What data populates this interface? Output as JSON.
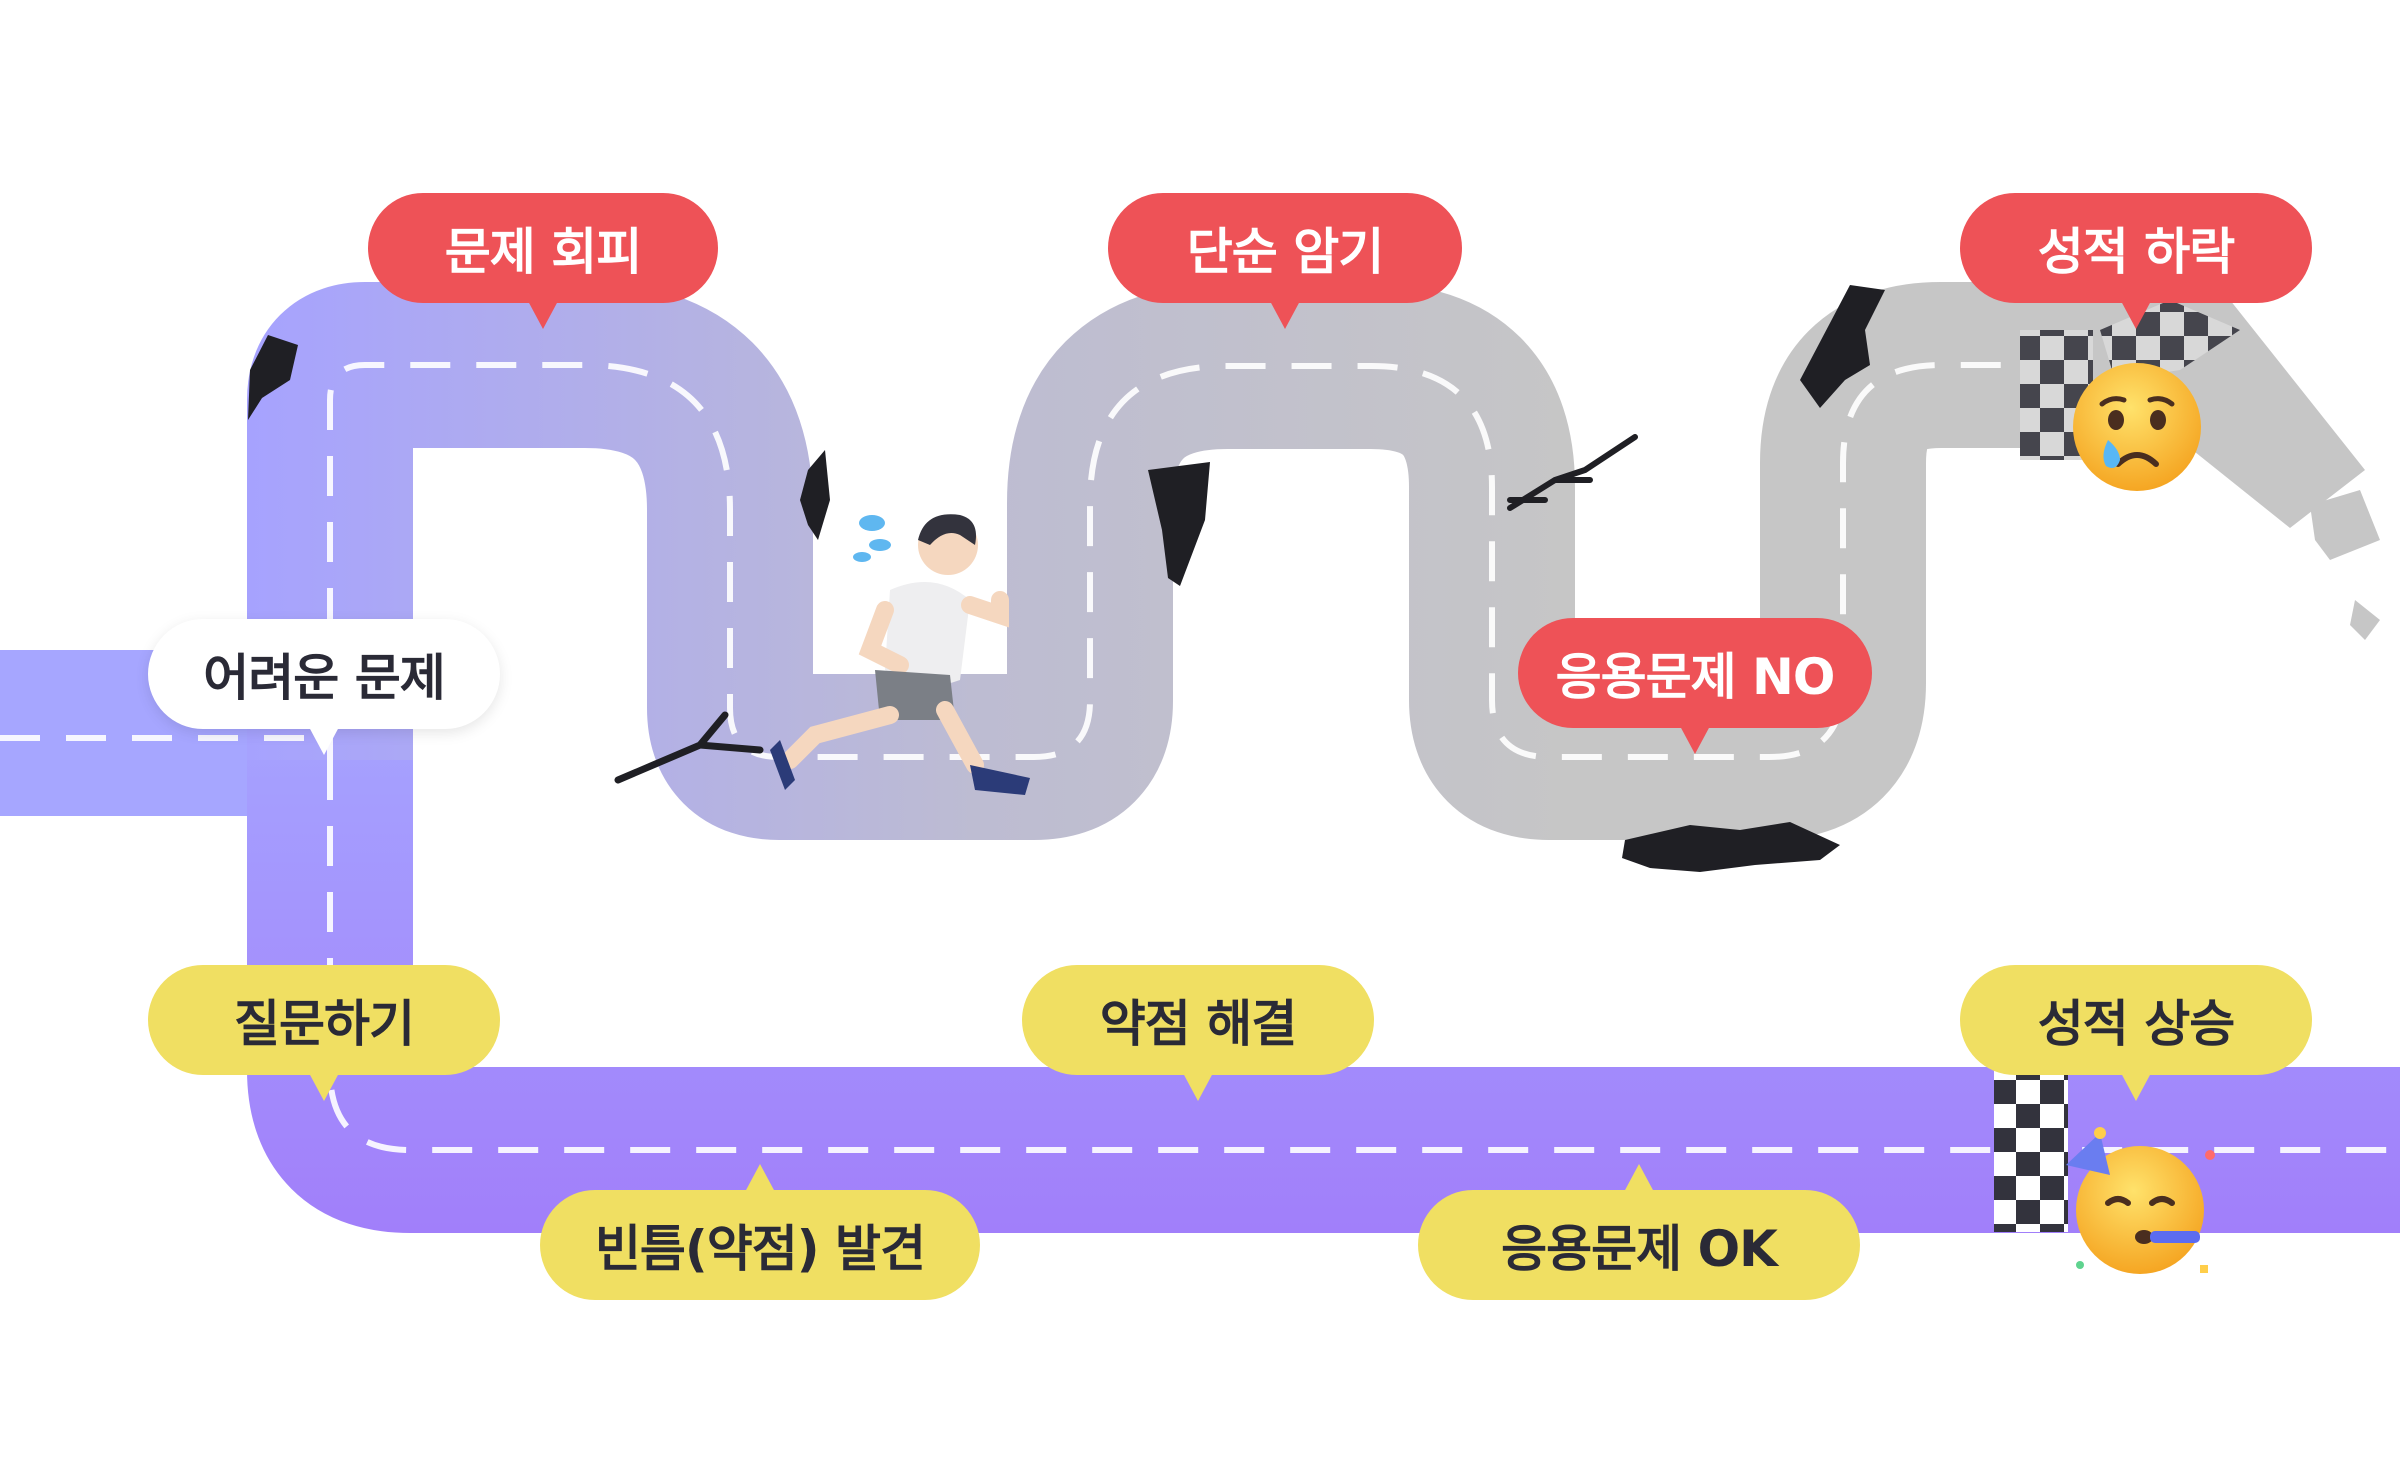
{
  "labels": {
    "hard_problem": "어려운 문제",
    "avoid_problem": "문제 회피",
    "rote_memorization": "단순 암기",
    "applied_no": "응용문제 NO",
    "grade_drop": "성적 하락",
    "ask_question": "질문하기",
    "find_gap": "빈틈(약점) 발견",
    "solve_weakness": "약점 해결",
    "applied_ok": "응용문제 OK",
    "grade_rise": "성적 상승"
  },
  "icons": {
    "runner": "runner-icon",
    "sad_face": "crying-face-icon",
    "party_face": "party-face-icon",
    "sweat": "sweat-drops-icon",
    "finish_flag": "checkered-flag-icon"
  },
  "colors": {
    "road_good": "#a18afa",
    "road_start": "#a6a6ff",
    "road_bad": "#c6c6c6",
    "bubble_red": "#ee5257",
    "bubble_yellow": "#f0df62",
    "bubble_white": "#ffffff",
    "crack": "#1f1f24",
    "dash": "#ffffff"
  }
}
